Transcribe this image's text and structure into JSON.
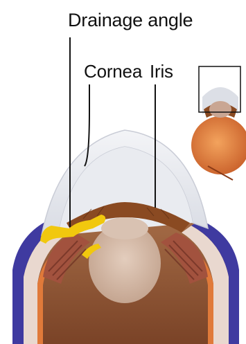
{
  "labels": {
    "drainage_angle": "Drainage angle",
    "cornea": "Cornea",
    "iris": "Iris"
  },
  "colors": {
    "cornea": "#e6e8ee",
    "iris": "#8a4a22",
    "lens": "#d2b8a6",
    "drainage": "#f1c80e",
    "sclera_outline": "#3f3aa0",
    "background": "#ffffff"
  }
}
